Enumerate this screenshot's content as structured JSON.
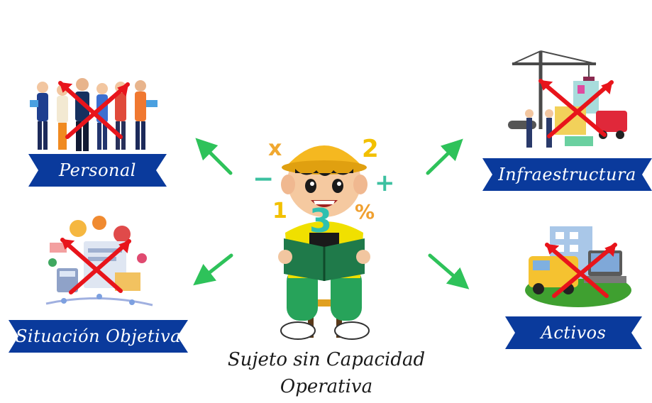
{
  "labels": {
    "personal": "Personal",
    "infraestructura": "Infraestructura",
    "situacion": "Situación Objetiva",
    "activos": "Activos"
  },
  "center": {
    "caption_line1": "Sujeto sin Capacidad",
    "caption_line2": "Operativa"
  },
  "math_symbols": {
    "times": "x",
    "two": "2",
    "minus": "−",
    "plus": "+",
    "one": "1",
    "three": "3",
    "percent": "%"
  },
  "colors": {
    "ribbon": "#0a3a9c",
    "arrow": "#2ec25a",
    "cross": "#e8141b",
    "cap": "#f5b820",
    "shirt": "#f0e000",
    "pants": "#27a35a"
  }
}
